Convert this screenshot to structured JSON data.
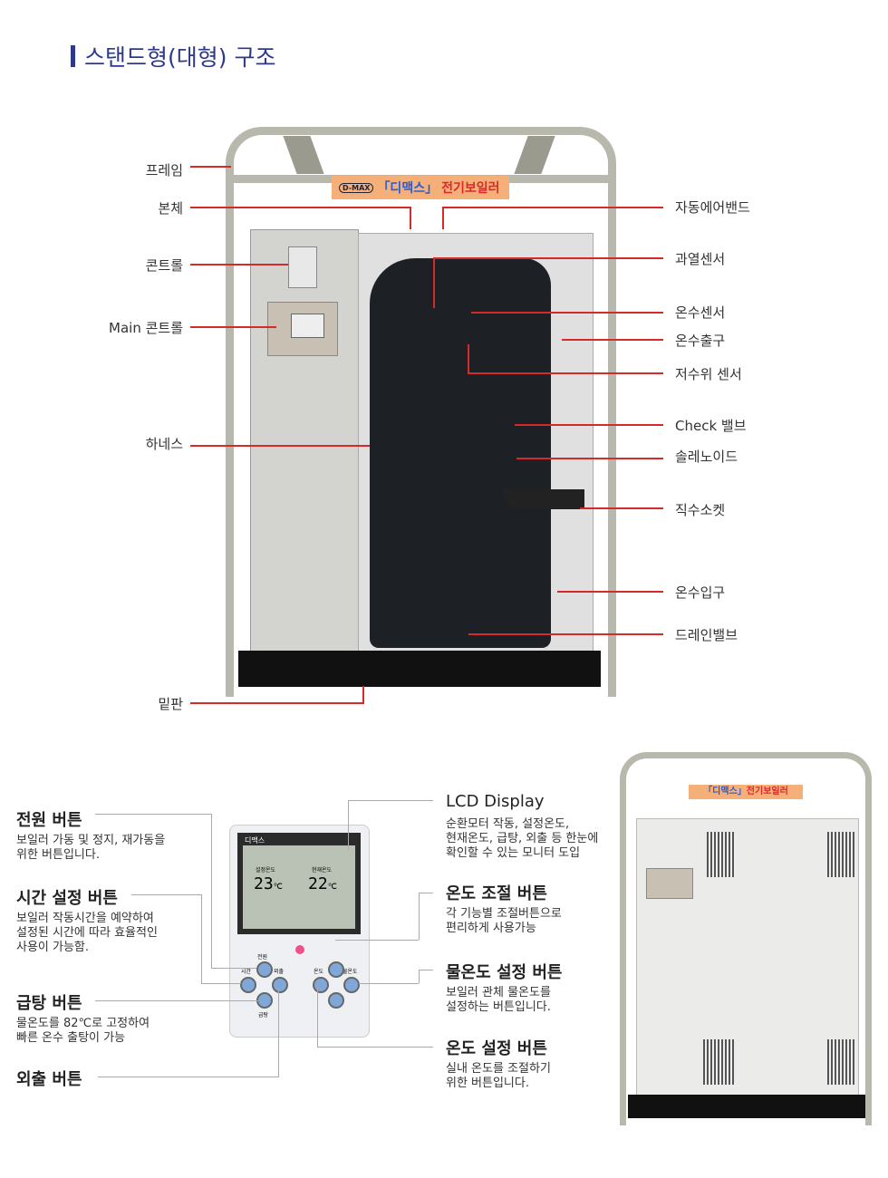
{
  "title": "스탠드형(대형) 구조",
  "sign": {
    "brand": "D-MAX",
    "name_blue": "「디맥스」",
    "name_red": "전기보일러"
  },
  "left_labels": [
    "프레임",
    "본체",
    "콘트롤",
    "Main 콘트롤",
    "하네스",
    "밑판"
  ],
  "right_labels": [
    "자동에어밴드",
    "과열센서",
    "온수센서",
    "온수출구",
    "저수위 센서",
    "Check 밸브",
    "솔레노이드",
    "직수소켓",
    "온수입구",
    "드레인밸브"
  ],
  "controller": {
    "brand": "디맥스",
    "set_label": "설정온도",
    "current_label": "현재온도",
    "set_temp": "23",
    "current_temp": "22",
    "unit": "℃",
    "buttons": {
      "power": "전원",
      "time": "시간",
      "out": "외출",
      "hot": "급탕",
      "temp": "온도",
      "water_temp": "물온도"
    }
  },
  "features_left": [
    {
      "title": "전원 버튼",
      "desc": "보일러 가동 및 정지, 재가동을\n위한 버튼입니다."
    },
    {
      "title": "시간 설정 버튼",
      "desc": "보일러 작동시간을 예약하여\n설정된 시간에 따라 효율적인\n사용이 가능함."
    },
    {
      "title": "급탕 버튼",
      "desc": "물온도를 82℃로 고정하여\n빠른 온수 출탕이 가능"
    },
    {
      "title": "외출 버튼",
      "desc": ""
    }
  ],
  "features_right": [
    {
      "title": "LCD Display",
      "desc": "순환모터 작동, 설정온도,\n현재온도, 급탕, 외출 등 한눈에\n확인할 수 있는 모니터 도입"
    },
    {
      "title": "온도 조절 버튼",
      "desc": "각 기능별 조절버튼으로\n편리하게 사용가능"
    },
    {
      "title": "물온도 설정 버튼",
      "desc": "보일러 관체 물온도를\n설정하는 버튼입니다."
    },
    {
      "title": "온도 설정 버튼",
      "desc": "실내 온도를 조절하기\n위한 버튼입니다."
    }
  ]
}
